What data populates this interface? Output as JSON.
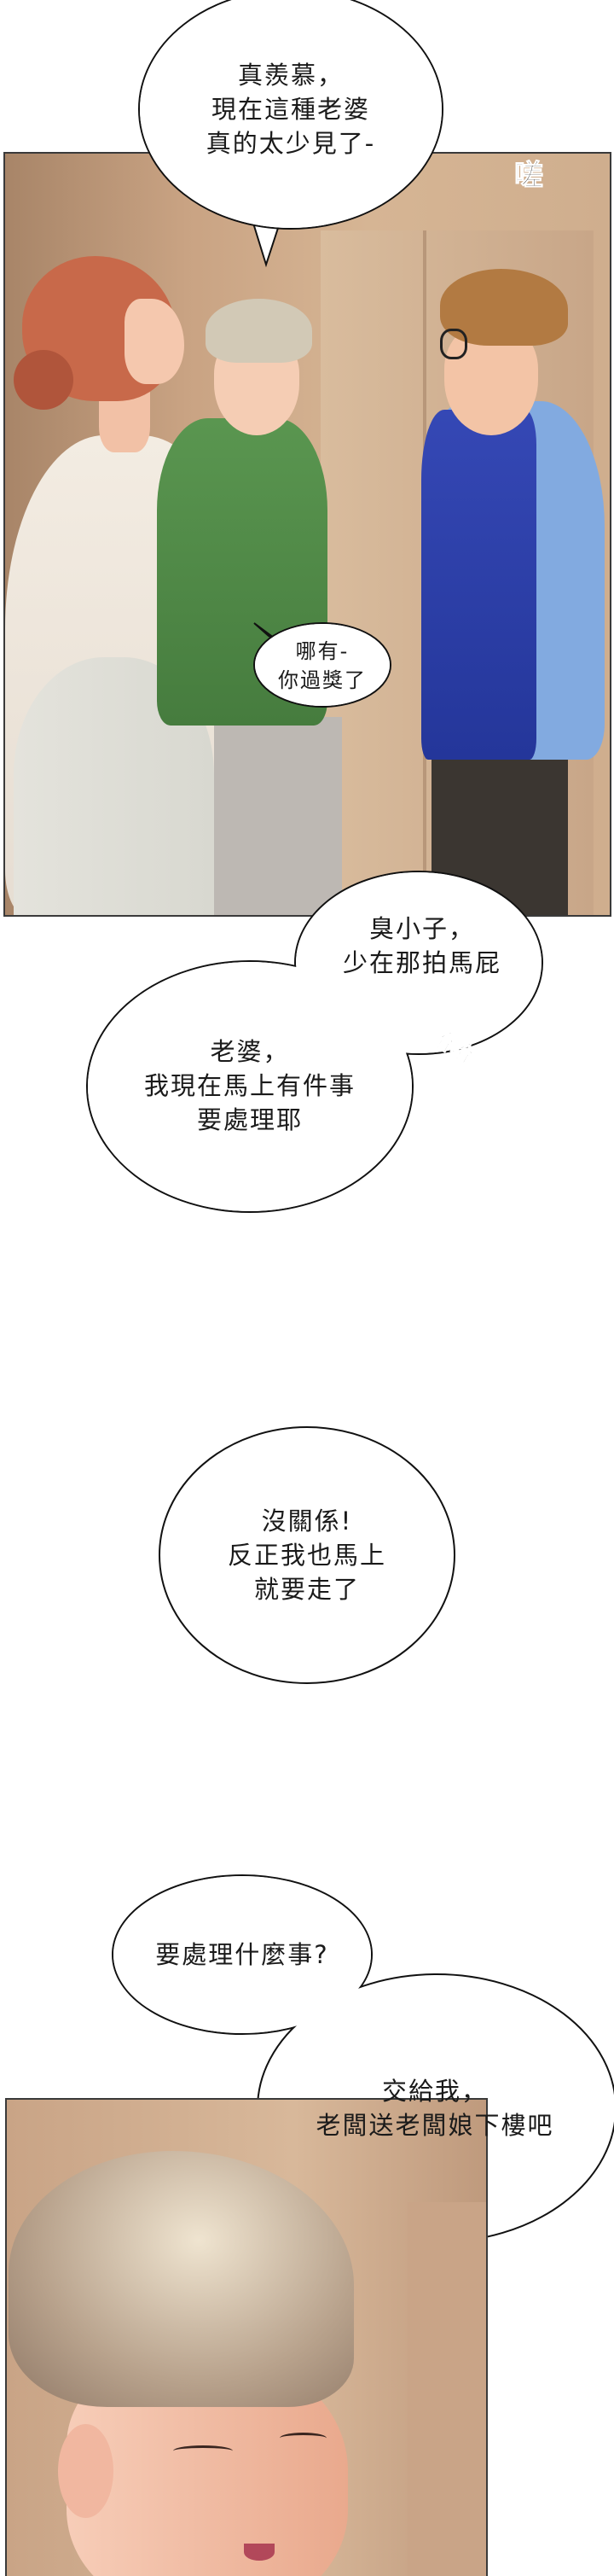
{
  "panel1": {
    "bubbles": {
      "top": [
        "真羨慕，",
        "現在這種老婆",
        "真的太少見了-"
      ],
      "small": [
        "哪有-",
        "你過獎了"
      ]
    },
    "sfx": "嗟"
  },
  "gutter": {
    "bubbles": {
      "stinky": [
        "臭小子，",
        "少在那拍馬屁"
      ],
      "wife": [
        "老婆，",
        "我現在馬上有件事",
        "要處理耶"
      ],
      "no_problem": [
        "沒關係!",
        "反正我也馬上",
        "就要走了"
      ],
      "what": [
        "要處理什麼事?"
      ],
      "leave_to_me": [
        "交給我，",
        "老闆送老闆娘下樓吧"
      ]
    },
    "sfx": "哈哈"
  },
  "colors": {
    "wall": "#c9a383",
    "hair_woman": "#c8694a",
    "sweater": "#efe7dc",
    "green_shirt": "#4e8a45",
    "vest": "#2b3ea6",
    "shirt_blue": "#82aae0"
  }
}
